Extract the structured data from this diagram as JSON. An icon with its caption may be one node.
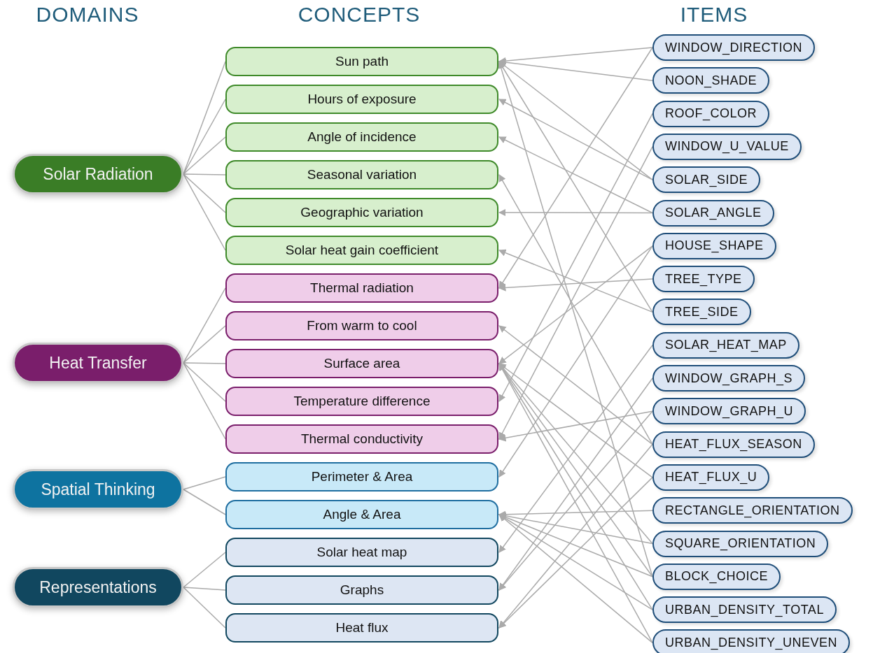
{
  "diagram": {
    "nodes": [
      {
        "text": [
          "Solar Radiation"
        ]
      },
      {
        "text": [
          "Heat Transfer"
        ]
      },
      {
        "text": [
          "Spatial Thinking"
        ]
      },
      {
        "text": [
          "Representations"
        ]
      },
      {
        "text": [
          "Sun path"
        ]
      },
      {
        "text": [
          "Hours of exposure"
        ]
      },
      {
        "text": [
          "Angle of incidence"
        ]
      },
      {
        "text": [
          "Seasonal variation"
        ]
      },
      {
        "text": [
          "Geographic variation"
        ]
      },
      {
        "text": [
          "Solar heat gain coefficient"
        ]
      },
      {
        "text": [
          "Thermal radiation"
        ]
      },
      {
        "text": [
          "From warm to cool"
        ]
      },
      {
        "text": [
          "Surface area"
        ]
      },
      {
        "text": [
          "Temperature difference"
        ]
      },
      {
        "text": [
          "Thermal conductivity"
        ]
      },
      {
        "text": [
          "Perimeter & Area"
        ]
      },
      {
        "text": [
          "Angle & Area"
        ]
      },
      {
        "text": [
          "Solar heat map"
        ]
      },
      {
        "text": [
          "Graphs"
        ]
      },
      {
        "text": [
          "Heat flux"
        ]
      },
      {
        "text": [
          "WINDOW_DIRECTION"
        ]
      },
      {
        "text": [
          "NOON_SHADE"
        ]
      },
      {
        "text": [
          "ROOF_COLOR"
        ]
      },
      {
        "text": [
          "WINDOW_U_VALUE"
        ]
      },
      {
        "text": [
          "SOLAR_SIDE"
        ]
      },
      {
        "text": [
          "SOLAR_ANGLE"
        ]
      },
      {
        "text": [
          "HOUSE_SHAPE"
        ]
      },
      {
        "text": [
          "TREE_TYPE"
        ]
      },
      {
        "text": [
          "TREE_SIDE"
        ]
      },
      {
        "text": [
          "SOLAR_HEAT_MAP"
        ]
      },
      {
        "text": [
          "WINDOW_GRAPH_S"
        ]
      },
      {
        "text": [
          "WINDOW_GRAPH_U"
        ]
      },
      {
        "text": [
          "HEAT_FLUX_SEASON"
        ]
      },
      {
        "text": [
          "HEAT_FLUX_U"
        ]
      },
      {
        "text": [
          "RECTANGLE_ORIENTATION"
        ]
      },
      {
        "text": [
          "SQUARE_ORIENTATION"
        ]
      },
      {
        "text": [
          "BLOCK_CHOICE"
        ]
      },
      {
        "text": [
          "URBAN_DENSITY_TOTAL"
        ]
      },
      {
        "text": [
          "URBAN_DENSITY_UNEVEN"
        ]
      }
    ],
    "edges": [
      {
        "from": 0,
        "to": 4,
        "arrow": "none"
      },
      {
        "from": 0,
        "to": 5,
        "arrow": "none"
      },
      {
        "from": 0,
        "to": 6,
        "arrow": "none"
      },
      {
        "from": 0,
        "to": 7,
        "arrow": "none"
      },
      {
        "from": 0,
        "to": 8,
        "arrow": "none"
      },
      {
        "from": 0,
        "to": 9,
        "arrow": "none"
      },
      {
        "from": 1,
        "to": 10,
        "arrow": "none"
      },
      {
        "from": 1,
        "to": 11,
        "arrow": "none"
      },
      {
        "from": 1,
        "to": 12,
        "arrow": "none"
      },
      {
        "from": 1,
        "to": 13,
        "arrow": "none"
      },
      {
        "from": 1,
        "to": 14,
        "arrow": "none"
      },
      {
        "from": 2,
        "to": 15,
        "arrow": "none"
      },
      {
        "from": 2,
        "to": 16,
        "arrow": "none"
      },
      {
        "from": 3,
        "to": 17,
        "arrow": "none"
      },
      {
        "from": 3,
        "to": 18,
        "arrow": "none"
      },
      {
        "from": 3,
        "to": 19,
        "arrow": "none"
      },
      {
        "from": 20,
        "to": 4,
        "arrow": "to"
      },
      {
        "from": 21,
        "to": 4,
        "arrow": "to"
      },
      {
        "from": 24,
        "to": 4,
        "arrow": "to"
      },
      {
        "from": 28,
        "to": 4,
        "arrow": "to"
      },
      {
        "from": 36,
        "to": 4,
        "arrow": "to"
      },
      {
        "from": 24,
        "to": 5,
        "arrow": "to"
      },
      {
        "from": 25,
        "to": 6,
        "arrow": "to"
      },
      {
        "from": 32,
        "to": 7,
        "arrow": "to"
      },
      {
        "from": 25,
        "to": 8,
        "arrow": "to"
      },
      {
        "from": 28,
        "to": 9,
        "arrow": "to"
      },
      {
        "from": 20,
        "to": 10,
        "arrow": "to"
      },
      {
        "from": 27,
        "to": 10,
        "arrow": "to"
      },
      {
        "from": 32,
        "to": 11,
        "arrow": "to"
      },
      {
        "from": 26,
        "to": 12,
        "arrow": "to"
      },
      {
        "from": 33,
        "to": 12,
        "arrow": "to"
      },
      {
        "from": 35,
        "to": 12,
        "arrow": "to"
      },
      {
        "from": 36,
        "to": 12,
        "arrow": "to"
      },
      {
        "from": 37,
        "to": 12,
        "arrow": "to"
      },
      {
        "from": 38,
        "to": 12,
        "arrow": "to"
      },
      {
        "from": 22,
        "to": 13,
        "arrow": "to"
      },
      {
        "from": 23,
        "to": 14,
        "arrow": "to"
      },
      {
        "from": 31,
        "to": 14,
        "arrow": "to"
      },
      {
        "from": 26,
        "to": 15,
        "arrow": "to"
      },
      {
        "from": 34,
        "to": 16,
        "arrow": "to"
      },
      {
        "from": 35,
        "to": 16,
        "arrow": "to"
      },
      {
        "from": 36,
        "to": 16,
        "arrow": "to"
      },
      {
        "from": 37,
        "to": 16,
        "arrow": "to"
      },
      {
        "from": 38,
        "to": 16,
        "arrow": "to"
      },
      {
        "from": 29,
        "to": 17,
        "arrow": "to"
      },
      {
        "from": 30,
        "to": 18,
        "arrow": "to"
      },
      {
        "from": 31,
        "to": 18,
        "arrow": "to"
      },
      {
        "from": 32,
        "to": 19,
        "arrow": "to"
      },
      {
        "from": 33,
        "to": 19,
        "arrow": "to"
      }
    ],
    "labels": [
      "DOMAINS",
      "CONCEPTS",
      "ITEMS"
    ]
  }
}
